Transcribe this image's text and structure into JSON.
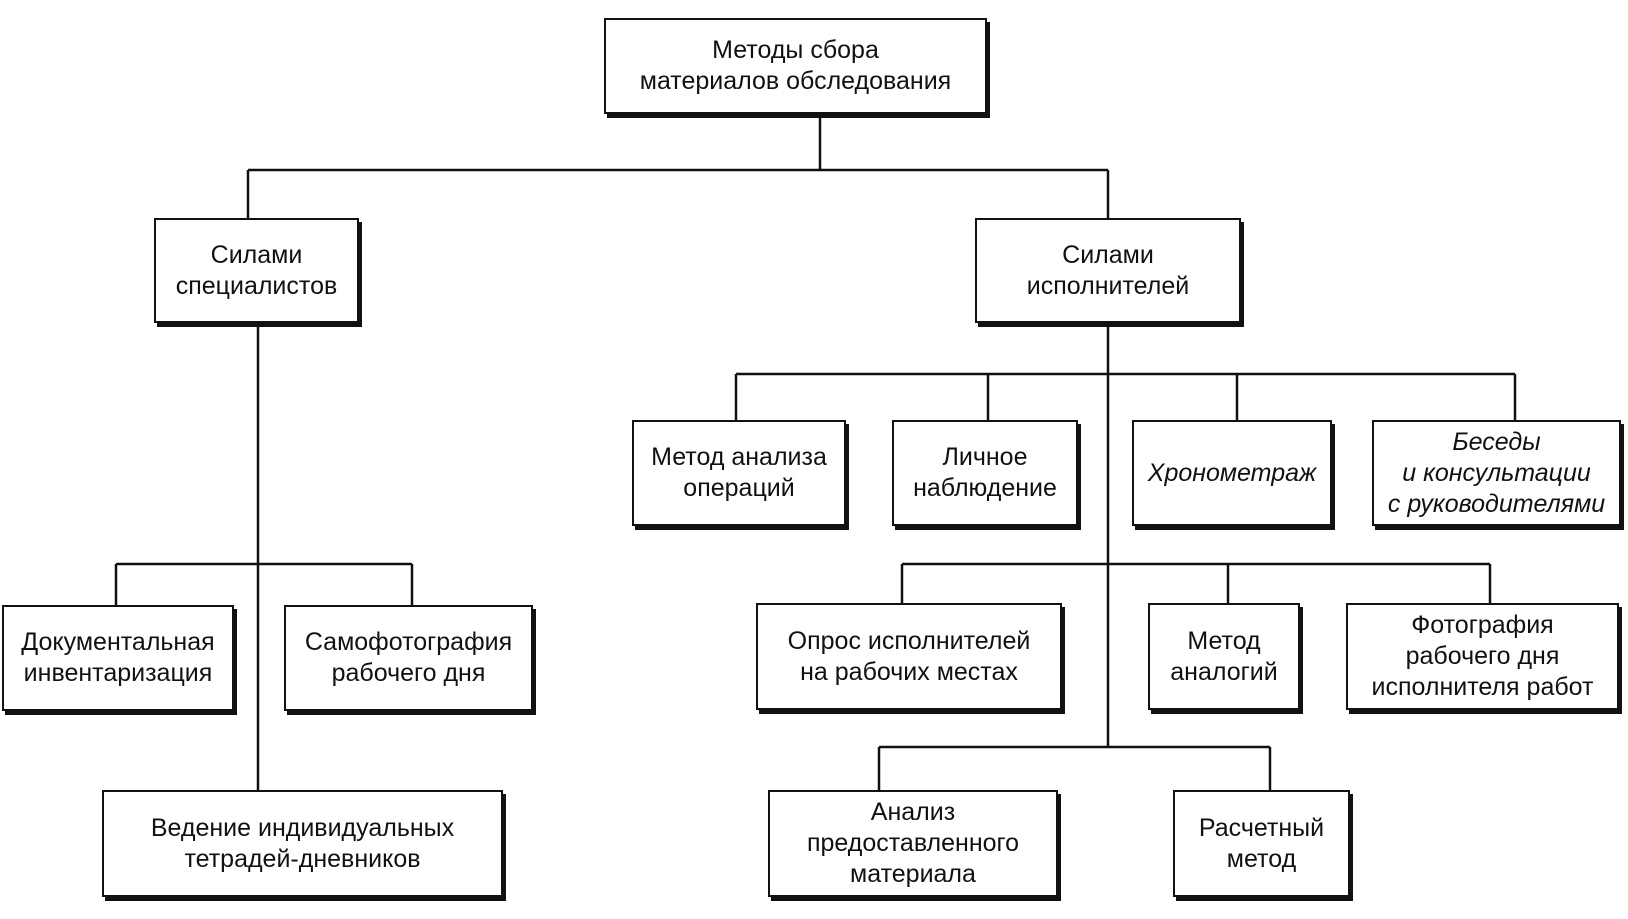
{
  "nodes": {
    "root": "Методы сбора\nматериалов обследования",
    "specialists": "Силами\nспециалистов",
    "performers": "Силами\nисполнителей",
    "doc_inventory": "Документальная\nинвентаризация",
    "self_photo": "Самофотография\nрабочего дня",
    "diaries": "Ведение индивидуальных\nтетрадей-дневников",
    "op_analysis": "Метод анализа\nопераций",
    "observation": "Личное\nнаблюдение",
    "timing": "Хронометраж",
    "talks": "Беседы\nи консультации\nс руководителями",
    "survey": "Опрос исполнителей\nна рабочих местах",
    "analogies": "Метод\nаналогий",
    "work_photo": "Фотография\nрабочего дня\nисполнителя работ",
    "material_analysis": "Анализ\nпредоставленного\nматериала",
    "calc_method": "Расчетный\nметод"
  }
}
